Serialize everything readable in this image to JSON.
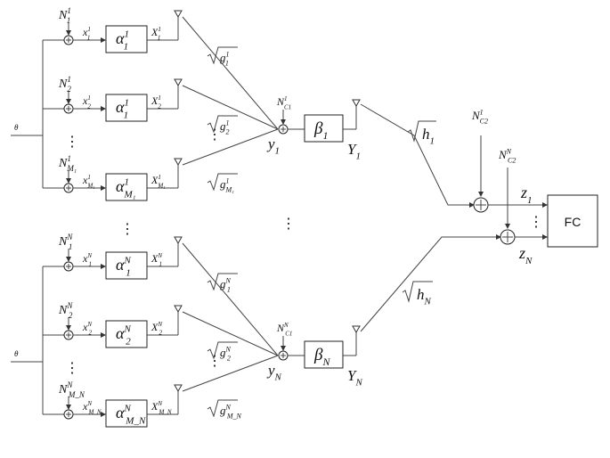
{
  "input": {
    "theta": "θ"
  },
  "vdots": "⋮",
  "cluster1": {
    "branches": [
      {
        "noise_base": "N",
        "noise_sub": "1",
        "noise_sup": "1",
        "x_base": "x",
        "x_sub": "1",
        "x_sup": "1",
        "gain_base": "α",
        "gain_sub": "1",
        "gain_sup": "1",
        "X_base": "X",
        "X_sub": "1",
        "X_sup": "1",
        "g_base": "g",
        "g_sub": "1",
        "g_sup": "1"
      },
      {
        "noise_base": "N",
        "noise_sub": "2",
        "noise_sup": "1",
        "x_base": "x",
        "x_sub": "2",
        "x_sup": "1",
        "gain_base": "α",
        "gain_sub": "1",
        "gain_sup": "1",
        "X_base": "X",
        "X_sub": "2",
        "X_sup": "1",
        "g_base": "g",
        "g_sub": "2",
        "g_sup": "1"
      },
      {
        "noise_base": "N",
        "noise_sub": "M₁",
        "noise_sup": "1",
        "x_base": "x",
        "x_sub": "M₁",
        "x_sup": "1",
        "gain_base": "α",
        "gain_sub": "M₁",
        "gain_sup": "1",
        "X_base": "X",
        "X_sub": "M₁",
        "X_sup": "1",
        "g_base": "g",
        "g_sub": "M₁",
        "g_sup": "1"
      }
    ],
    "cluster_noise": {
      "base": "N",
      "sub": "C1",
      "sup": "1"
    },
    "amp": {
      "base": "β",
      "sub": "1"
    },
    "y": {
      "base": "y",
      "sub": "1"
    },
    "Y": {
      "base": "Y",
      "sub": "1"
    },
    "h": {
      "base": "h",
      "sub": "1"
    }
  },
  "clusterN": {
    "branches": [
      {
        "noise_base": "N",
        "noise_sub": "1",
        "noise_sup": "N",
        "x_base": "x",
        "x_sub": "1",
        "x_sup": "N",
        "gain_base": "α",
        "gain_sub": "1",
        "gain_sup": "N",
        "X_base": "X",
        "X_sub": "1",
        "X_sup": "N",
        "g_base": "g",
        "g_sub": "1",
        "g_sup": "N"
      },
      {
        "noise_base": "N",
        "noise_sub": "2",
        "noise_sup": "N",
        "x_base": "x",
        "x_sub": "2",
        "x_sup": "N",
        "gain_base": "α",
        "gain_sub": "2",
        "gain_sup": "N",
        "X_base": "X",
        "X_sub": "2",
        "X_sup": "N",
        "g_base": "g",
        "g_sub": "2",
        "g_sup": "N"
      },
      {
        "noise_base": "N",
        "noise_sub": "M_N",
        "noise_sup": "N",
        "x_base": "x",
        "x_sub": "M_N",
        "x_sup": "N",
        "gain_base": "α",
        "gain_sub": "M_N",
        "gain_sup": "N",
        "X_base": "X",
        "X_sub": "M_N",
        "X_sup": "N",
        "g_base": "g",
        "g_sub": "M_N",
        "g_sup": "N"
      }
    ],
    "cluster_noise": {
      "base": "N",
      "sub": "C1",
      "sup": "N"
    },
    "amp": {
      "base": "β",
      "sub": "N"
    },
    "y": {
      "base": "y",
      "sub": "N"
    },
    "Y": {
      "base": "Y",
      "sub": "N"
    },
    "h": {
      "base": "h",
      "sub": "N"
    }
  },
  "fusion": {
    "noise1": {
      "base": "N",
      "sub": "C2",
      "sup": "1"
    },
    "noiseN": {
      "base": "N",
      "sub": "C2",
      "sup": "N"
    },
    "z1": {
      "base": "z",
      "sub": "1"
    },
    "zN": {
      "base": "z",
      "sub": "N"
    },
    "center_label": "FC"
  }
}
